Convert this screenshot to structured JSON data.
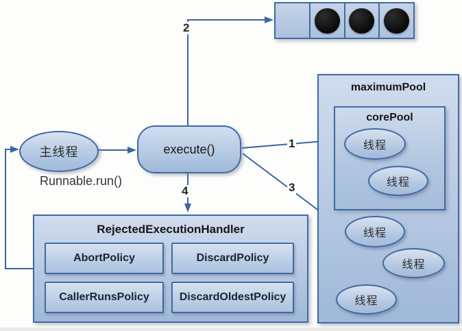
{
  "colors": {
    "node_border": "#3f6aa2",
    "arrow": "#3a66a0",
    "fill_top": "#d0dcee",
    "fill_bottom": "#9fb9d9",
    "task_dot": "#111111"
  },
  "main_thread": {
    "label": "主线程"
  },
  "runnable_label": "Runnable.run()",
  "execute_label": "execute()",
  "queue": {
    "slot_count": 4,
    "filled_count": 3
  },
  "maximum_pool": {
    "title": "maximumPool",
    "core_pool": {
      "title": "corePool",
      "threads": [
        "线程",
        "线程"
      ]
    },
    "extra_threads": [
      "线程",
      "线程",
      "线程"
    ]
  },
  "rejected_handler": {
    "title": "RejectedExecutionHandler",
    "policies": [
      "AbortPolicy",
      "DiscardPolicy",
      "CallerRunsPolicy",
      "DiscardOldestPolicy"
    ]
  },
  "arrow_labels": {
    "step1": "1",
    "step2": "2",
    "step3": "3",
    "step4": "4"
  }
}
